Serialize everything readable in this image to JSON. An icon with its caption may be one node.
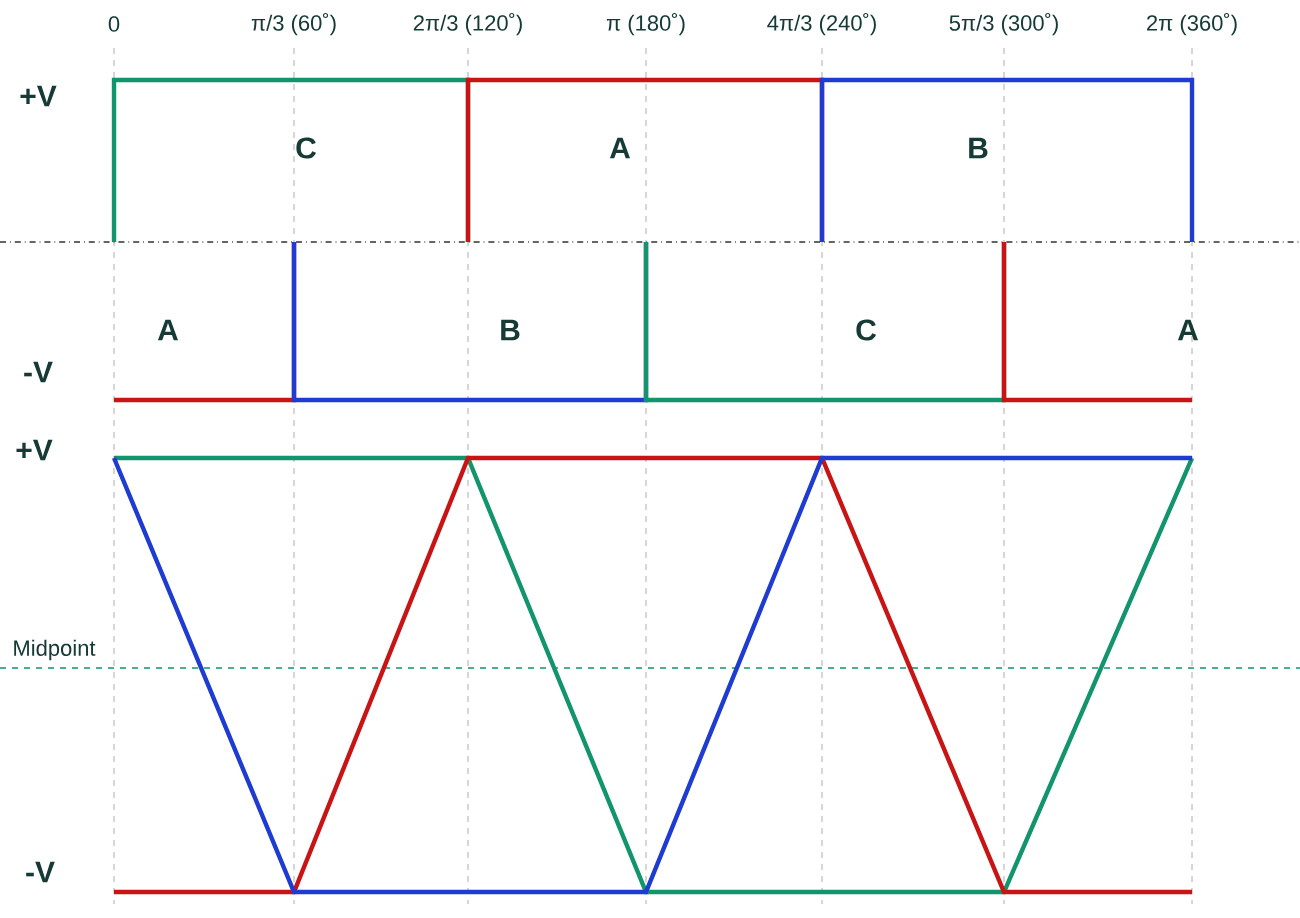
{
  "diagram": {
    "labels": [
      "0",
      "π/3 (60˚)",
      "2π/3 (120˚)",
      "π (180˚)",
      "4π/3 (240˚)",
      "5π/3 (300˚)",
      "2π (360˚)",
      "+V",
      "C",
      "A",
      "B",
      "A",
      "B",
      "C",
      "A",
      "-V",
      "+V",
      "Midpoint",
      "-V"
    ]
  }
}
